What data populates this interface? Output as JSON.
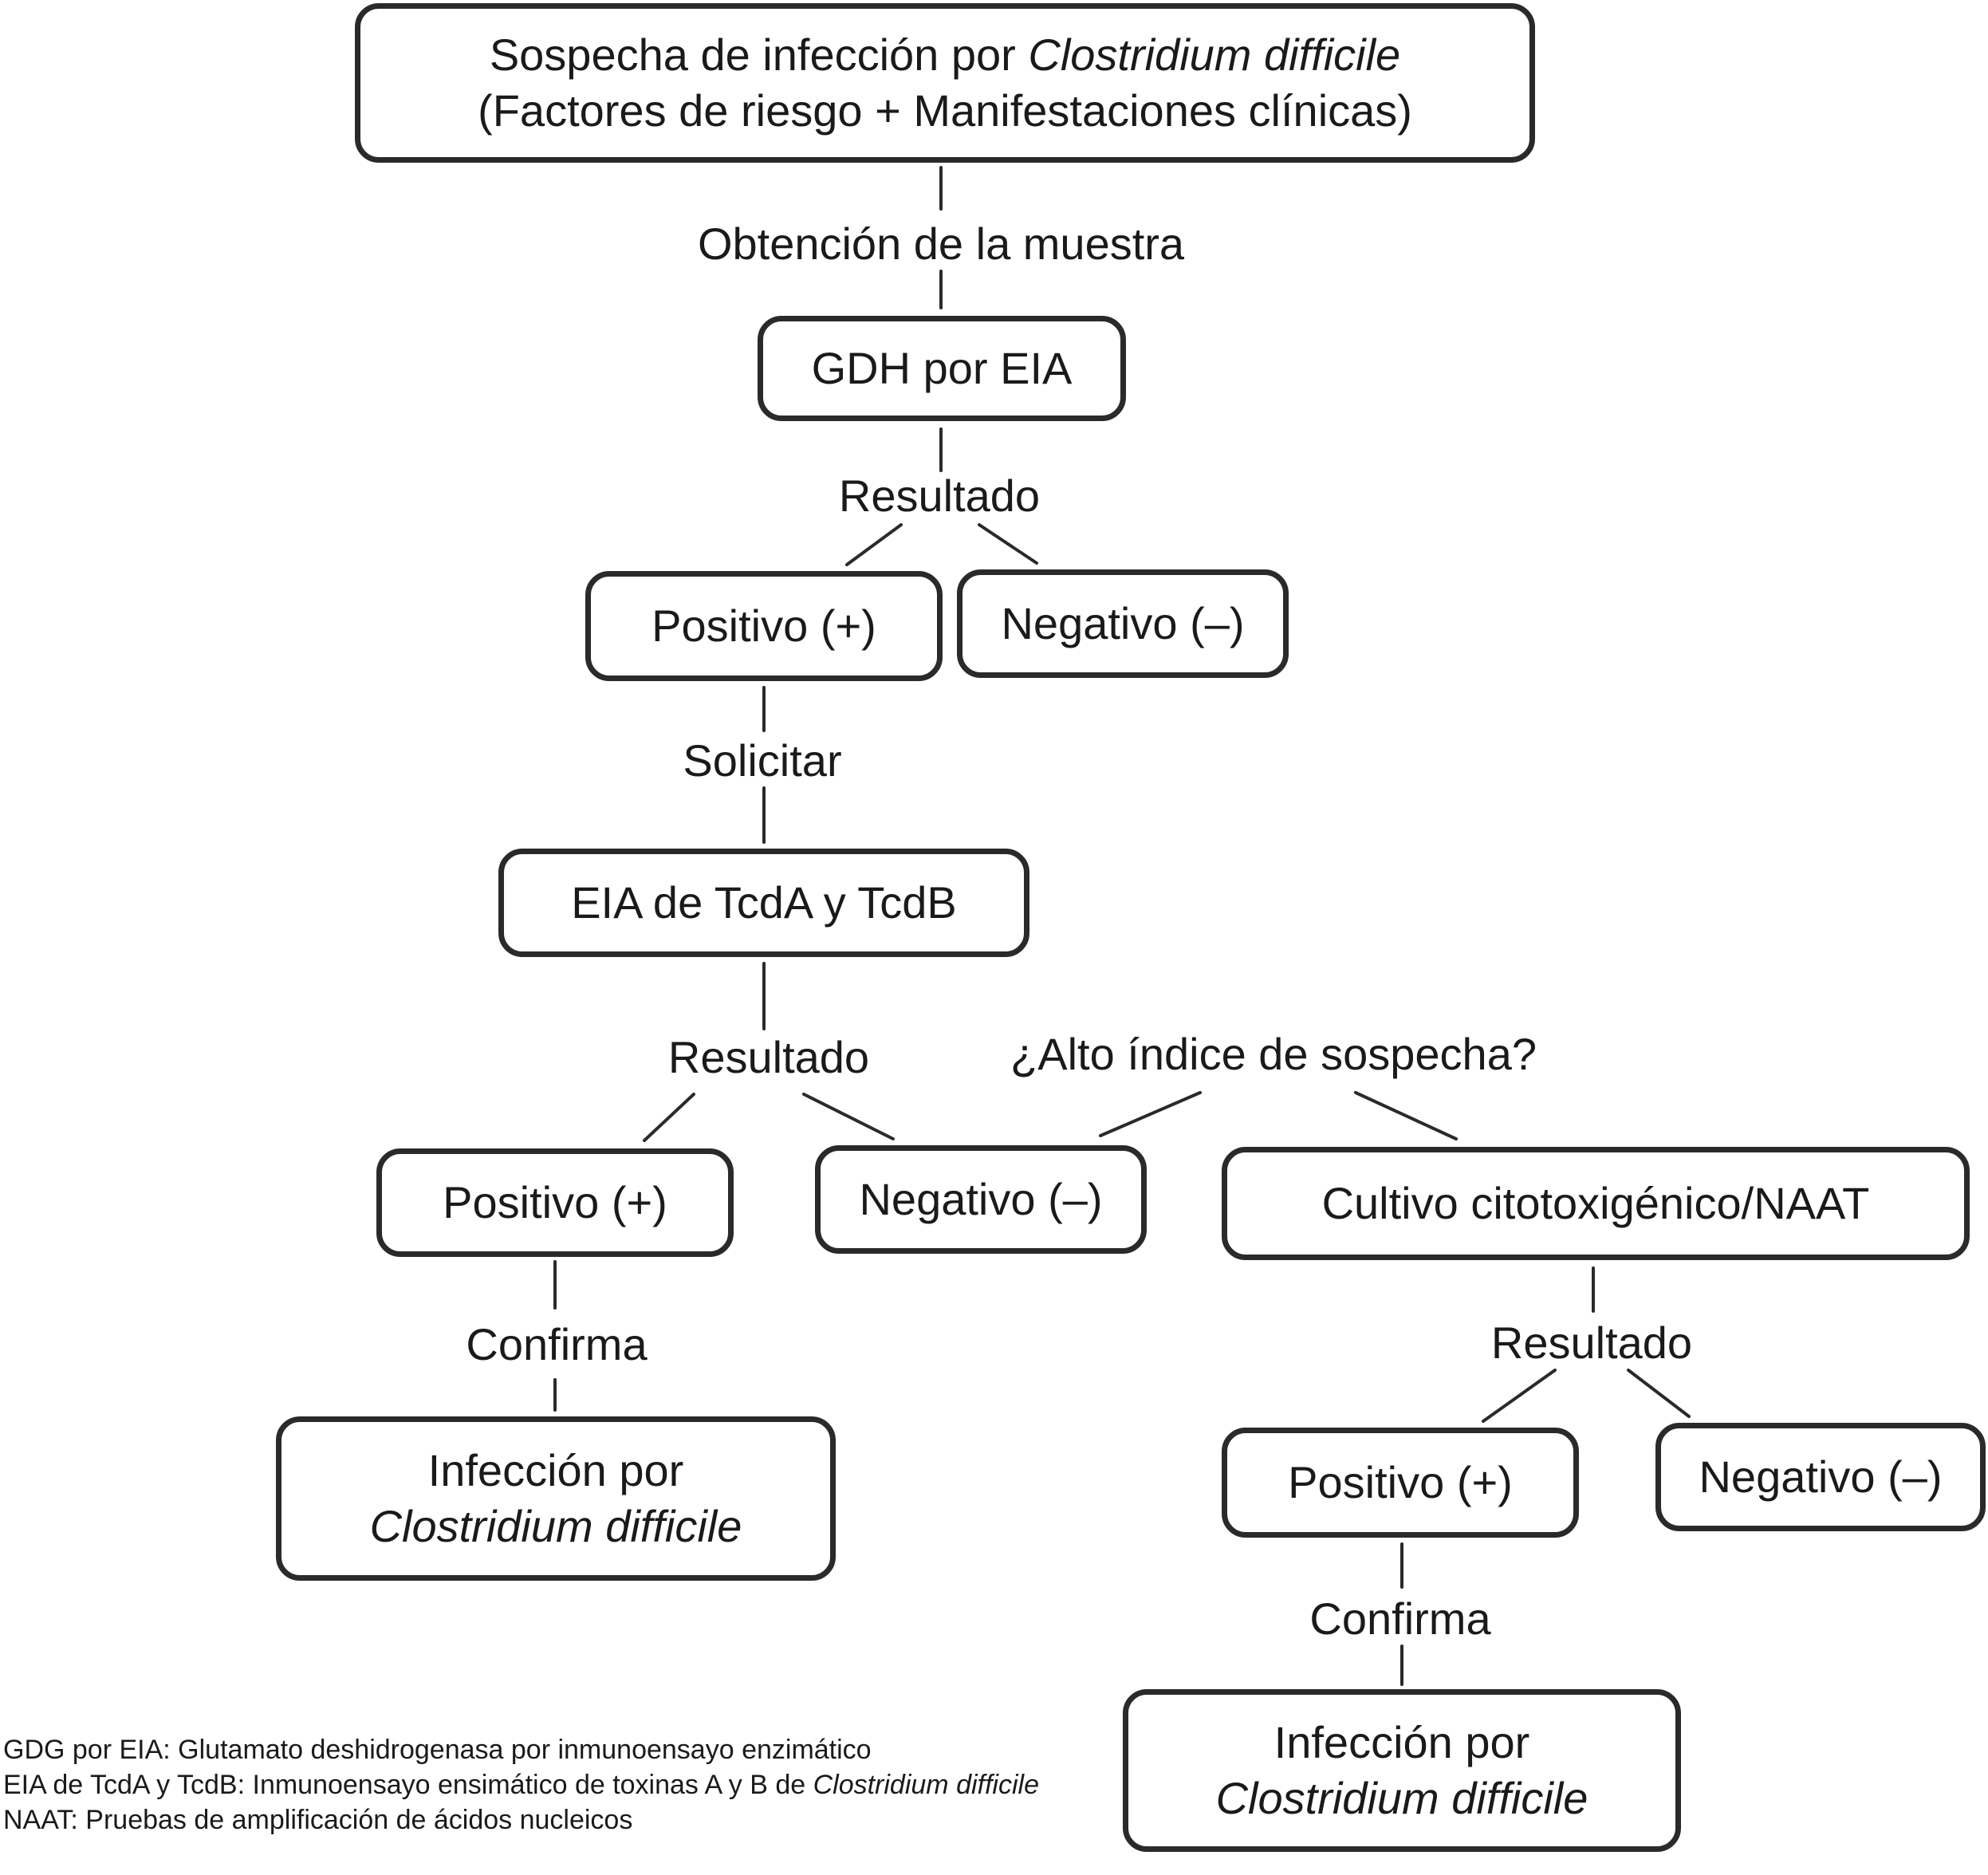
{
  "nodes": {
    "sospecha": {
      "line1_prefix": "Sospecha de infección por ",
      "line1_italic": "Clostridium difficile",
      "line2": "(Factores de riesgo + Manifestaciones clínicas)"
    },
    "gdh": "GDH por EIA",
    "pos1": "Positivo (+)",
    "neg1": "Negativo (–)",
    "eia_tox": "EIA de TcdA y TcdB",
    "pos2": "Positivo (+)",
    "neg2": "Negativo (–)",
    "cultivo": "Cultivo citotoxigénico/NAAT",
    "infeccion1": {
      "line1": "Infección por",
      "line2_italic": "Clostridium difficile"
    },
    "pos3": "Positivo (+)",
    "neg3": "Negativo (–)",
    "infeccion2": {
      "line1": "Infección por",
      "line2_italic": "Clostridium difficile"
    }
  },
  "edge_labels": {
    "obtencion": "Obtención de la muestra",
    "resultado1": "Resultado",
    "solicitar": "Solicitar",
    "resultado2": "Resultado",
    "alto_indice": "¿Alto índice de sospecha?",
    "confirma1": "Confirma",
    "resultado3": "Resultado",
    "confirma2": "Confirma"
  },
  "legend": {
    "line1": "GDG por EIA: Glutamato deshidrogenasa por inmunoensayo enzimático",
    "line2_prefix": "EIA de TcdA y TcdB: Inmunoensayo ensimático de toxinas A y B de ",
    "line2_italic": "Clostridium difficile",
    "line3": "NAAT: Pruebas de amplificación de ácidos nucleicos"
  }
}
